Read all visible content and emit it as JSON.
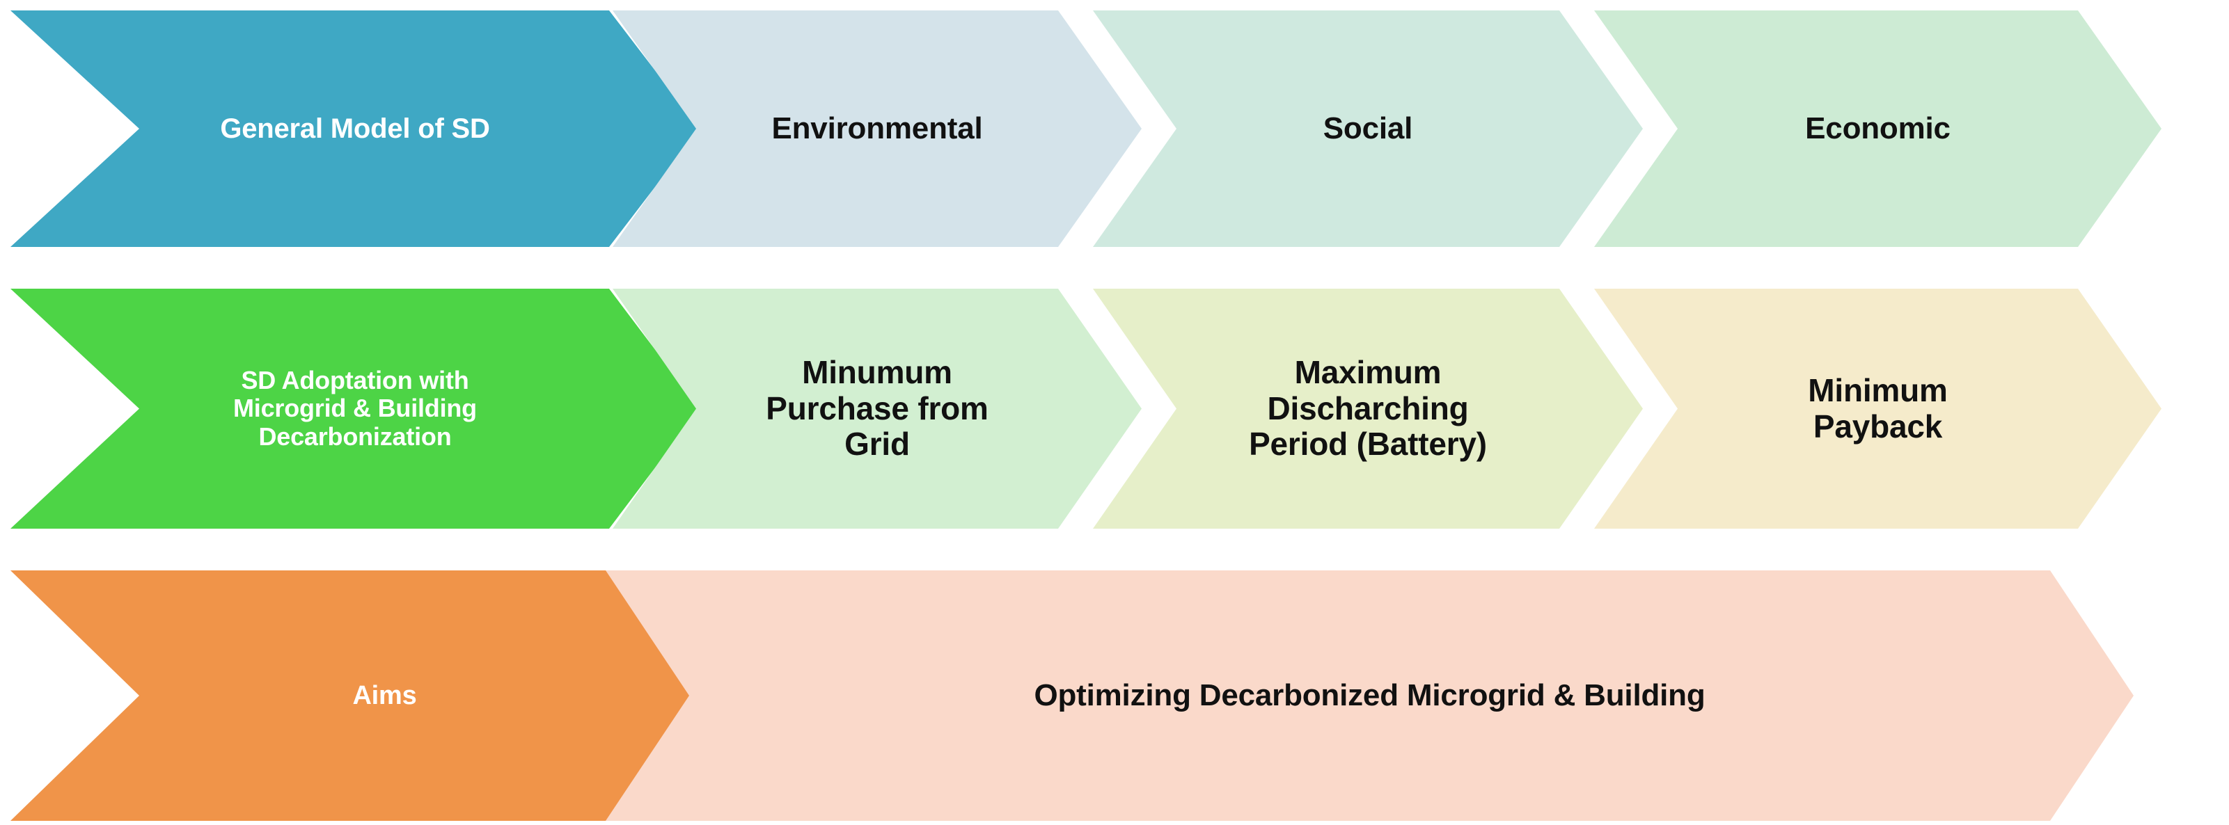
{
  "diagram": {
    "title": "Sustainable Development Chevron Process Diagram",
    "rows": [
      {
        "id": "general-model-row",
        "items": [
          {
            "label": "General Model of SD",
            "fill": "#3FA8C4",
            "text_color": "#FFFFFF",
            "shape": "chevron-notched"
          },
          {
            "label": "Environmental",
            "fill": "#D4E3EA",
            "text_color": "#111111",
            "shape": "chevron-notched"
          },
          {
            "label": "Social",
            "fill": "#CFE9DF",
            "text_color": "#111111",
            "shape": "chevron-notched"
          },
          {
            "label": "Economic",
            "fill": "#CDEBD4",
            "text_color": "#111111",
            "shape": "chevron-notched"
          }
        ]
      },
      {
        "id": "sd-adoptation-row",
        "items": [
          {
            "label": "SD Adoptation with\nMicrogrid & Building\nDecarbonization",
            "fill": "#4DD446",
            "text_color": "#FFFFFF",
            "shape": "chevron-notched"
          },
          {
            "label": "Minumum\nPurchase from\nGrid",
            "fill": "#D2EFD1",
            "text_color": "#111111",
            "shape": "chevron-notched"
          },
          {
            "label": "Maximum\nDischarching\nPeriod (Battery)",
            "fill": "#E6EFC9",
            "text_color": "#111111",
            "shape": "chevron-notched"
          },
          {
            "label": "Minimum\nPayback",
            "fill": "#F5EBCB",
            "text_color": "#111111",
            "shape": "chevron-notched"
          }
        ]
      },
      {
        "id": "aims-row",
        "items": [
          {
            "label": "Aims",
            "fill": "#F09449",
            "text_color": "#FFFFFF",
            "shape": "chevron-notched"
          },
          {
            "label": "Optimizing Decarbonized Microgrid & Building",
            "fill": "#FAD9CA",
            "text_color": "#111111",
            "shape": "chevron-notched"
          }
        ]
      }
    ],
    "background_color": "#FFFFFF"
  }
}
